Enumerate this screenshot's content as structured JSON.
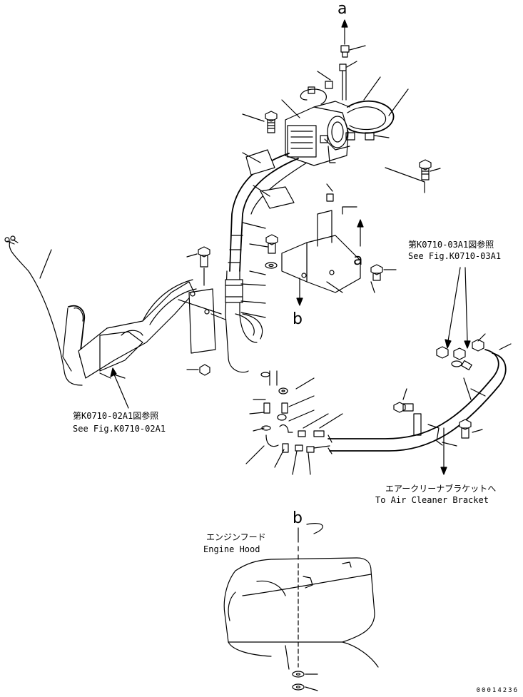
{
  "view_refs": {
    "a": "a",
    "b": "b"
  },
  "callouts": [
    {
      "id": "ref-0710-03",
      "jp": "第K0710-03A1図参照",
      "en": "See Fig.K0710-03A1"
    },
    {
      "id": "ref-0710-02",
      "jp": "第K0710-02A1図参照",
      "en": "See Fig.K0710-02A1"
    },
    {
      "id": "air-cleaner",
      "jp": "エアークリーナブラケットへ",
      "en": "To Air Cleaner Bracket"
    },
    {
      "id": "engine-hood",
      "jp": "エンジンフード",
      "en": "Engine Hood"
    }
  ],
  "document_number": "00014236"
}
